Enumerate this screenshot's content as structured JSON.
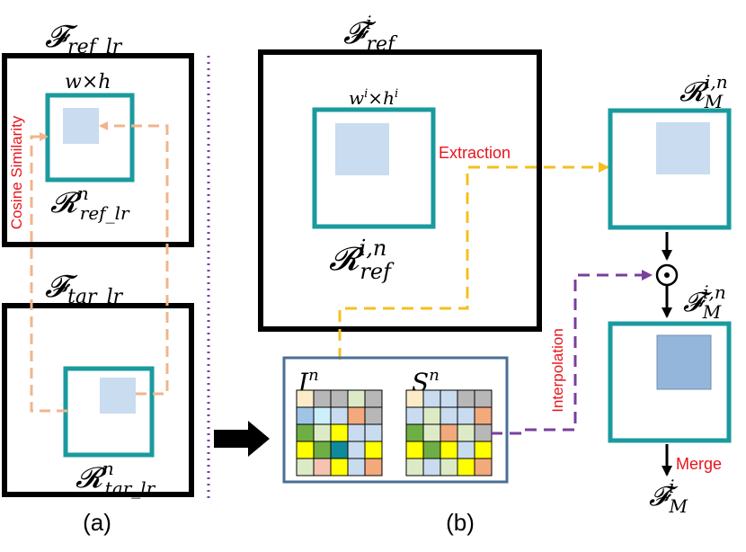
{
  "panel_a": {
    "caption": "(a)",
    "ref_frame": {
      "symbol": "𝓕",
      "subscript": "ref_lr"
    },
    "ref_region_label": "w×h",
    "ref_region": {
      "symbol": "𝓡",
      "superscript": "n",
      "subscript": "ref_lr"
    },
    "tar_frame": {
      "symbol": "𝓕",
      "subscript": "tar_lr"
    },
    "tar_region": {
      "symbol": "𝓡",
      "superscript": "n",
      "subscript": "tar_lr"
    },
    "similarity_label": "Cosine Similarity"
  },
  "panel_b": {
    "caption": "(b)",
    "ref_frame": {
      "symbol": "𝓕",
      "superscript": "i",
      "subscript": "ref"
    },
    "ref_region_label": {
      "w": "w",
      "w_sup": "i",
      "times": "×",
      "h": "h",
      "h_sup": "i"
    },
    "ref_region": {
      "symbol": "𝓡",
      "superscript": "i,n",
      "subscript": "ref"
    },
    "extraction_label": "Extraction",
    "interpolation_label": "Interpolation",
    "merge_label": "Merge",
    "index_map": {
      "symbol": "I",
      "superscript": "n"
    },
    "score_map": {
      "symbol": "S",
      "superscript": "n"
    },
    "matched_region": {
      "symbol": "𝓡",
      "superscript": "i,n",
      "subscript": "M"
    },
    "matched_feature": {
      "symbol": "𝓕",
      "superscript": "i,n",
      "subscript": "M"
    },
    "output_feature": {
      "symbol": "𝓕",
      "superscript": "i",
      "subscript": "M"
    },
    "multiply_symbol": "⊙"
  },
  "colors": {
    "frame": "#000000",
    "region_border": "#1a9a9e",
    "patch_fill": "#c9dcf0",
    "patch_dark": "#93b6da",
    "similarity_arrow": "#f2b48c",
    "extraction_arrow": "#f3c020",
    "interpolation_arrow": "#7a3f9d",
    "divider": "#7a3f9d",
    "map_panel_border": "#4a6f95",
    "label_red": "#e8141c"
  },
  "index_grid": [
    [
      "#fbebc8",
      "#b7b7b7",
      "#b7b7b7",
      "#dcebc6",
      "#b7b7b7"
    ],
    [
      "#9ec5e6",
      "#cdeffb",
      "#c8dbef",
      "#f2a97c",
      "#b7b7b7"
    ],
    [
      "#6fae45",
      "#dcebc6",
      "#ffff00",
      "#c8dbef",
      "#c8dbef"
    ],
    [
      "#ffff00",
      "#6fae45",
      "#0f8a9a",
      "#c8dbef",
      "#ffff00"
    ],
    [
      "#dcebc6",
      "#f6c3b2",
      "#ffff00",
      "#c8dbef",
      "#f2a97c"
    ]
  ],
  "score_grid": [
    [
      "#fbebc8",
      "#c8dbef",
      "#c8dbef",
      "#b7b7b7",
      "#b7b7b7"
    ],
    [
      "#c8dbef",
      "#dcebc6",
      "#c8dbef",
      "#c8dbef",
      "#f2a97c"
    ],
    [
      "#6fae45",
      "#dcebc6",
      "#f2a97c",
      "#dcebc6",
      "#b7b7b7"
    ],
    [
      "#ffff00",
      "#6fae45",
      "#ffff00",
      "#c8dbef",
      "#ffff00"
    ],
    [
      "#dcebc6",
      "#c8dbef",
      "#dcebc6",
      "#ffff00",
      "#f2a97c"
    ]
  ]
}
